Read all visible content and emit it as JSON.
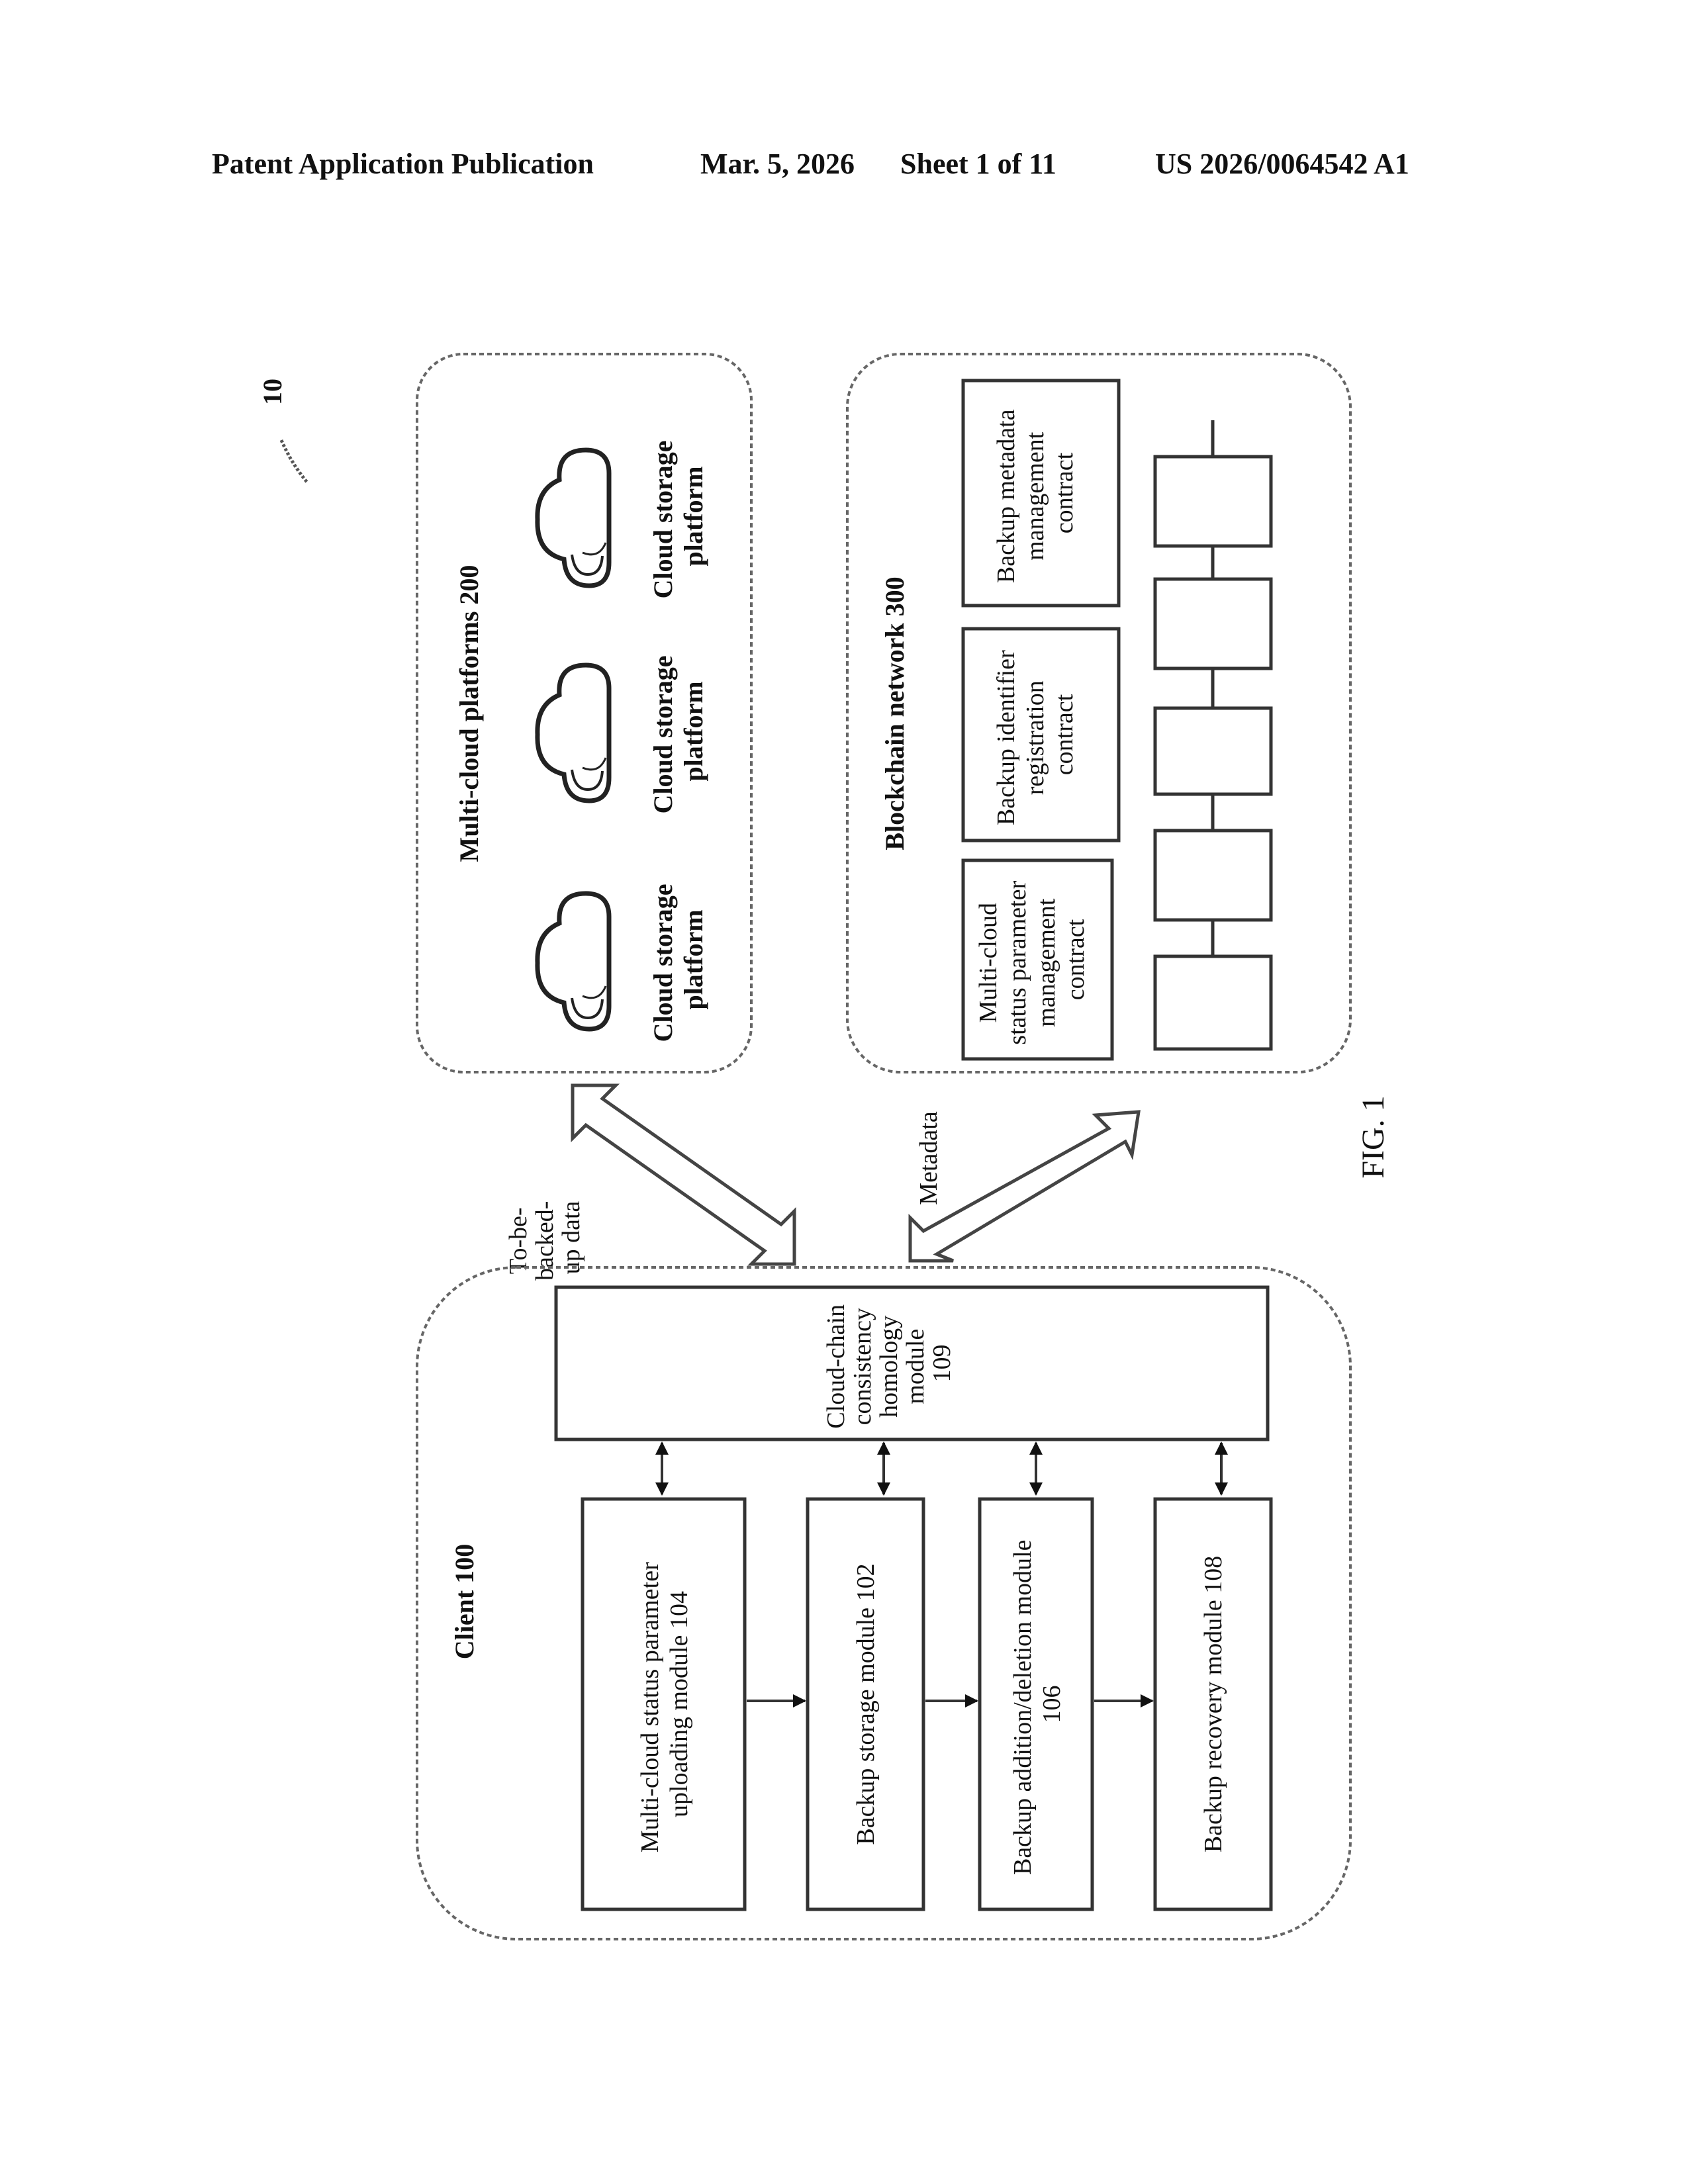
{
  "header": {
    "publication": "Patent Application Publication",
    "date": "Mar. 5, 2026",
    "sheet": "Sheet 1 of 11",
    "number": "US 2026/0064542 A1"
  },
  "figure": {
    "ref_number": "10",
    "caption": "FIG. 1",
    "client": {
      "title": "Client 100",
      "hub_module": [
        "Cloud-chain",
        "consistency",
        "homology",
        "module",
        "109"
      ],
      "modules": [
        {
          "lines": [
            "Multi-cloud status parameter",
            "uploading module 104"
          ]
        },
        {
          "lines": [
            "Backup storage module 102"
          ]
        },
        {
          "lines": [
            "Backup addition/deletion module",
            "106"
          ]
        },
        {
          "lines": [
            "Backup recovery module 108"
          ]
        }
      ]
    },
    "multicloud": {
      "title": "Multi-cloud platforms 200",
      "platforms": [
        {
          "lines": [
            "Cloud storage",
            "platform"
          ]
        },
        {
          "lines": [
            "Cloud storage",
            "platform"
          ]
        },
        {
          "lines": [
            "Cloud storage",
            "platform"
          ]
        }
      ]
    },
    "blockchain": {
      "title": "Blockchain network 300",
      "contracts": [
        {
          "lines": [
            "Multi-cloud",
            "status parameter",
            "management",
            "contract"
          ]
        },
        {
          "lines": [
            "Backup identifier",
            "registration",
            "contract"
          ]
        },
        {
          "lines": [
            "Backup metadata",
            "management",
            "contract"
          ]
        }
      ]
    },
    "arrows": {
      "data_label": [
        "To-be-",
        "backed-",
        "up data"
      ],
      "metadata_label": "Metadata"
    }
  }
}
